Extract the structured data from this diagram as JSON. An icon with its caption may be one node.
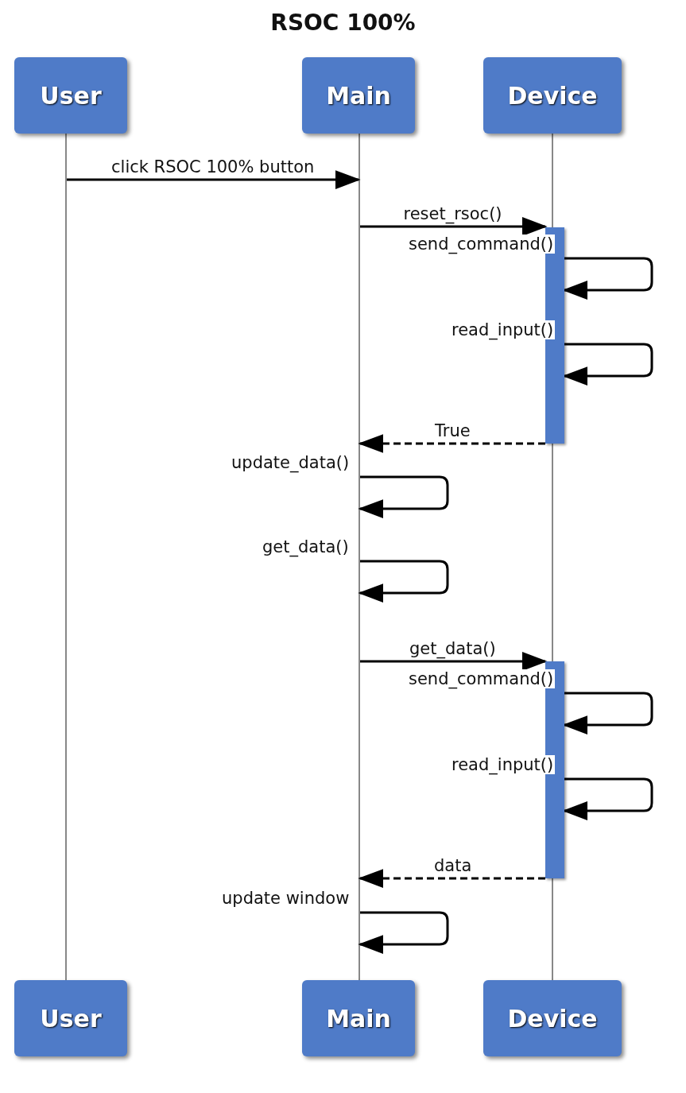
{
  "diagram": {
    "title": "RSOC 100%",
    "nodes": [
      {
        "text": [
          "User"
        ]
      },
      {
        "text": [
          "Main"
        ]
      },
      {
        "text": [
          "Device"
        ]
      },
      {
        "text": [
          "User"
        ]
      },
      {
        "text": [
          "Main"
        ]
      },
      {
        "text": [
          "Device"
        ]
      },
      {
        "text": [],
        "shape": "line"
      },
      {
        "text": [],
        "shape": "line"
      },
      {
        "text": [],
        "shape": "line"
      },
      {
        "text": [],
        "shape": "bar"
      },
      {
        "text": [],
        "shape": "bar"
      }
    ],
    "edges": [
      {
        "from": 6,
        "to": 7,
        "arrow": "to",
        "label": "click RSOC 100% button"
      },
      {
        "from": 7,
        "to": 9,
        "arrow": "to",
        "label": "reset_rsoc()"
      },
      {
        "from": 9,
        "to": 9,
        "arrow": "to",
        "label": "send_command()"
      },
      {
        "from": 9,
        "to": 9,
        "arrow": "to",
        "label": "read_input()"
      },
      {
        "from": 9,
        "to": 7,
        "arrow": "to",
        "label": "True",
        "style": "dashed"
      },
      {
        "from": 7,
        "to": 7,
        "arrow": "to",
        "label": "update_data()"
      },
      {
        "from": 7,
        "to": 7,
        "arrow": "to",
        "label": "get_data()"
      },
      {
        "from": 7,
        "to": 10,
        "arrow": "to",
        "label": "get_data()"
      },
      {
        "from": 10,
        "to": 10,
        "arrow": "to",
        "label": "send_command()"
      },
      {
        "from": 10,
        "to": 10,
        "arrow": "to",
        "label": "read_input()"
      },
      {
        "from": 10,
        "to": 7,
        "arrow": "to",
        "label": "data",
        "style": "dashed"
      },
      {
        "from": 7,
        "to": 7,
        "arrow": "to",
        "label": "update window"
      }
    ]
  }
}
